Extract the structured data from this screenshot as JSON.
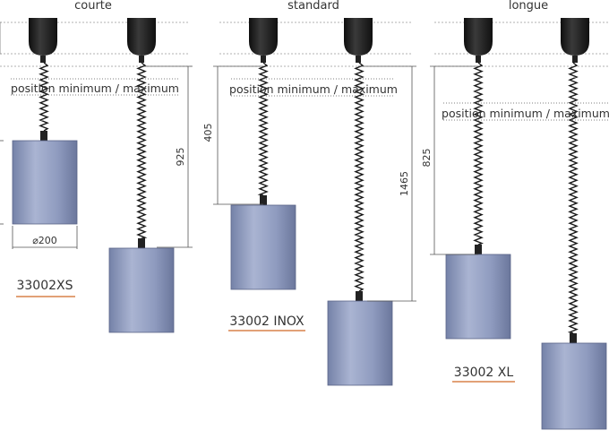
{
  "groups": [
    {
      "title": "courte",
      "note": "position minimum / maximum",
      "dim_minmax": "925",
      "dim_diameter": "⌀200",
      "model": "33002XS"
    },
    {
      "title": "standard",
      "note": "position minimum / maximum",
      "dim_min": "405",
      "dim_max": "1465",
      "model": "33002 INOX"
    },
    {
      "title": "longue",
      "note": "position minimum / maximum",
      "dim_minmax": "825",
      "model": "33002 XL"
    }
  ],
  "colors": {
    "cylinder": "#8f9bbf",
    "cylinder_dark": "#6e7aa0",
    "cylinder_light": "#b6c0db",
    "fixture": "#1f1f1f",
    "underline": "#d9824a",
    "dimension_line": "#555555"
  },
  "icons": {
    "ceiling": "ceiling-line",
    "fixture": "ceiling-canopy-icon",
    "cable": "spiral-cable-icon",
    "lamp": "cylinder-lamp-icon"
  }
}
